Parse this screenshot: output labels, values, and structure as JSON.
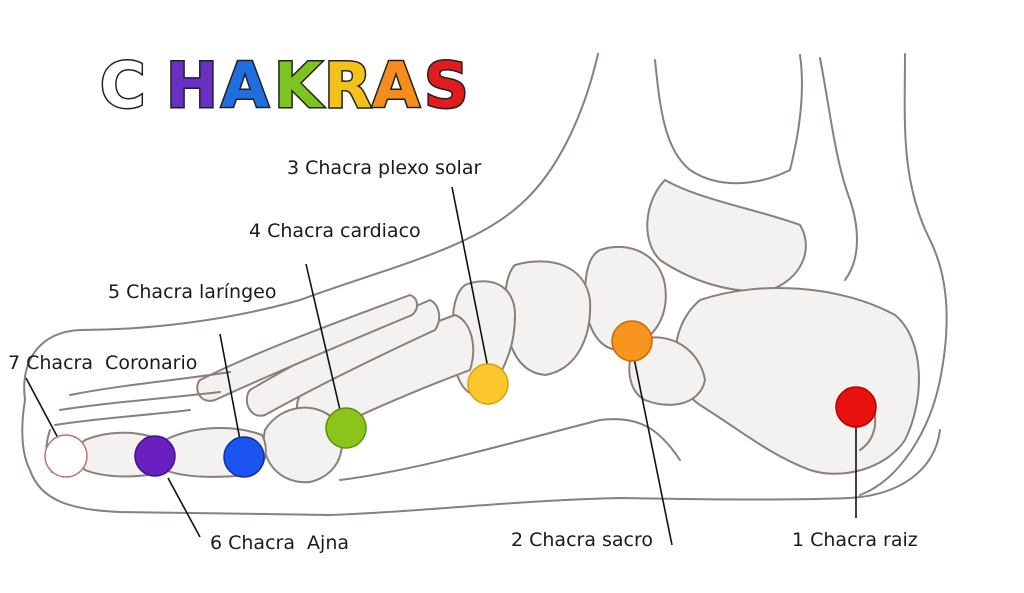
{
  "title": {
    "text": "CHAKRAS",
    "letters": [
      {
        "char": "C",
        "color": "#ffffff"
      },
      {
        "char": "H",
        "color": "#6a2fc4"
      },
      {
        "char": "A",
        "color": "#1f6fe0"
      },
      {
        "char": "K",
        "color": "#7cc41f"
      },
      {
        "char": "R",
        "color": "#f2c21b"
      },
      {
        "char": "A",
        "color": "#f58c1c"
      },
      {
        "char": "S",
        "color": "#e21c1c"
      }
    ]
  },
  "chakras": [
    {
      "label": "1 Chacra raiz",
      "color": "#e8110f"
    },
    {
      "label": "2 Chacra sacro",
      "color": "#f7941d"
    },
    {
      "label": "3 Chacra plexo solar",
      "color": "#fcc62d"
    },
    {
      "label": "4 Chacra cardiaco",
      "color": "#8cc41a"
    },
    {
      "label": "5 Chacra laríngeo",
      "color": "#1c54f0"
    },
    {
      "label": "6 Chacra  Ajna",
      "color": "#6a1fc0"
    },
    {
      "label": "7 Chacra  Coronario",
      "color": "#ffffff"
    }
  ]
}
